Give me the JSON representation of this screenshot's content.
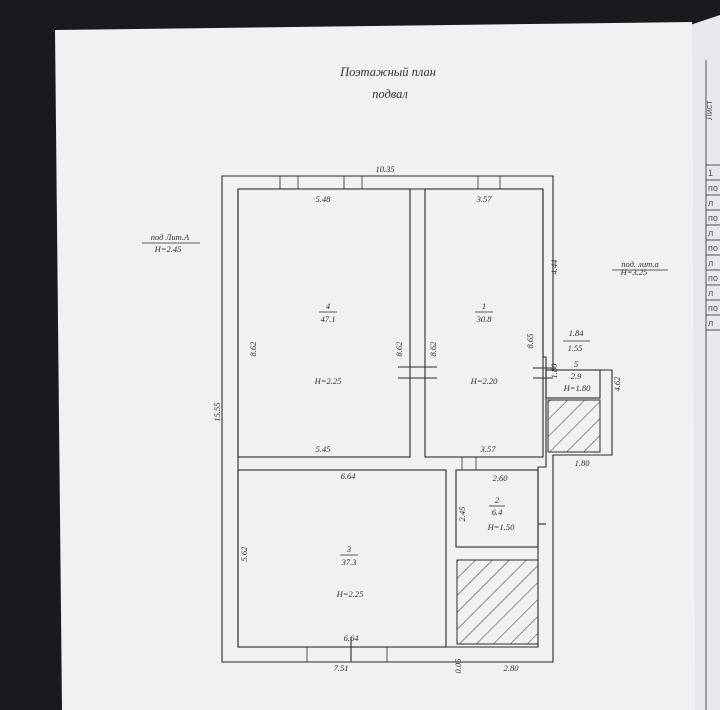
{
  "document": {
    "title": "Поэтажный план",
    "subtitle": "подвал"
  },
  "plan": {
    "overall_width": "10.35",
    "overall_length": "15.55",
    "level_left_label": "под Лит.А",
    "level_left_height": "H=2.45",
    "level_right_label": "под. лит.а",
    "level_right_height": "H=3.25",
    "room4": {
      "number": "4",
      "area": "47.1",
      "height": "H=2.25",
      "top": "5.48",
      "bottom": "5.45",
      "left": "8.62",
      "right": "8.62"
    },
    "room1": {
      "number": "1",
      "area": "30.8",
      "height": "H=2.20",
      "top": "3.57",
      "bottom": "3.57",
      "left": "8.62",
      "right": "8.65",
      "offset": "4.44"
    },
    "room5": {
      "number": "5",
      "area": "2.9",
      "height": "H=1.80",
      "top": "1.84",
      "inner": "1.55",
      "left": "1.80",
      "right": "4.62",
      "bottom": "1.80"
    },
    "room2": {
      "number": "2",
      "area": "6.4",
      "height": "H=1.50",
      "top": "2.60",
      "left": "2.45",
      "bottom": "2.80",
      "wall": "0.05"
    },
    "room3": {
      "number": "3",
      "area": "37.3",
      "height": "H=2.25",
      "top": "6.64",
      "bottom": "6.64",
      "left": "5.62",
      "outer": "7.51"
    }
  },
  "side_sheet": {
    "header": "Лист",
    "rows": [
      "1",
      "по",
      "л",
      "по",
      "л",
      "по",
      "л",
      "по",
      "л",
      "по",
      "л"
    ]
  }
}
